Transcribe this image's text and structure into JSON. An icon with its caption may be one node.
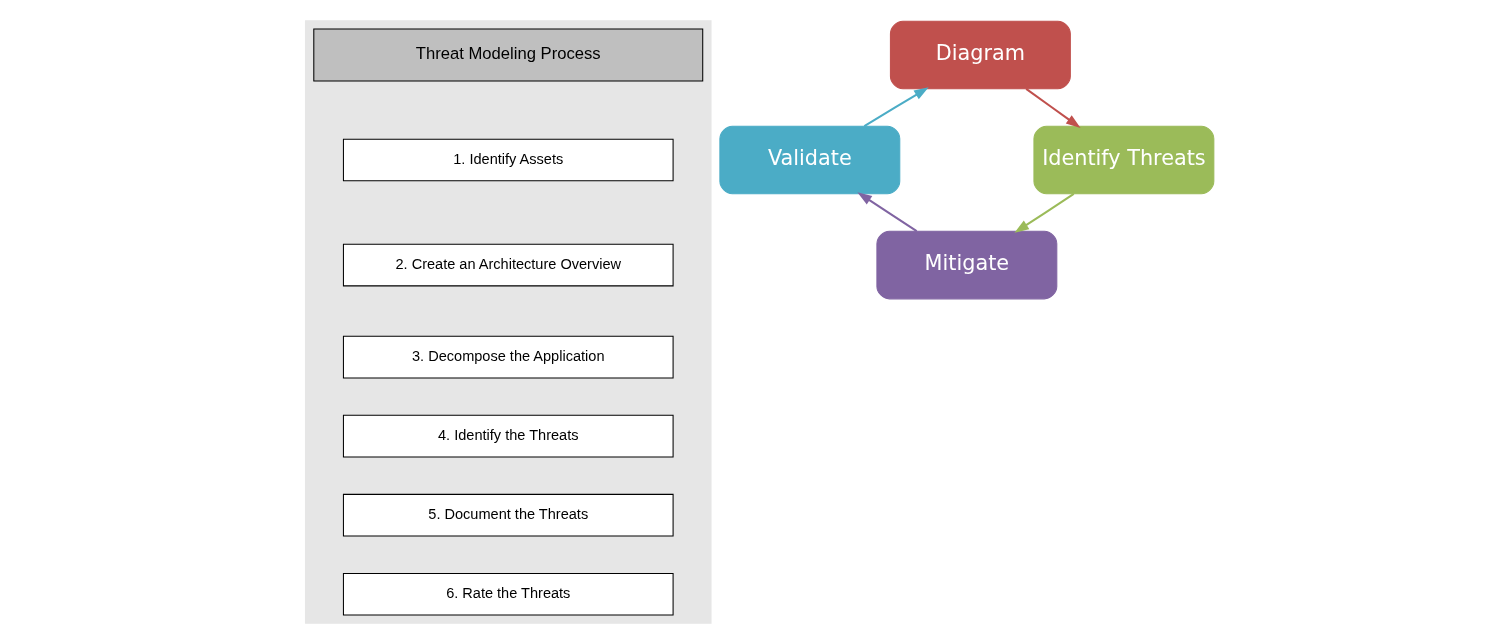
{
  "diagram": {
    "nodes": [
      {
        "text": [],
        "shape": "box"
      },
      {
        "text": [
          "Threat Modeling Process"
        ],
        "in": 0
      },
      {
        "text": [
          "1. Identify Assets"
        ],
        "in": 0
      },
      {
        "text": [
          "2. Create an Architecture Overview"
        ],
        "in": 0
      },
      {
        "text": [
          "3. Decompose the Application"
        ],
        "in": 0
      },
      {
        "text": [
          "4. Identify the Threats"
        ],
        "in": 0
      },
      {
        "text": [
          "5. Document the Threats"
        ],
        "in": 0
      },
      {
        "text": [
          "6. Rate the Threats"
        ],
        "in": 0
      },
      {
        "text": [
          "Diagram"
        ]
      },
      {
        "text": [
          "Identify Threats"
        ]
      },
      {
        "text": [
          "Mitigate"
        ]
      },
      {
        "text": [
          "Validate"
        ]
      }
    ],
    "edges": [
      {
        "from": 8,
        "to": 9,
        "arrow": "to",
        "color": "#c0504d"
      },
      {
        "from": 9,
        "to": 10,
        "arrow": "to",
        "color": "#9bbb59"
      },
      {
        "from": 10,
        "to": 11,
        "arrow": "to",
        "color": "#8064a2"
      },
      {
        "from": 11,
        "to": 8,
        "arrow": "to",
        "color": "#4bacc6"
      }
    ]
  }
}
